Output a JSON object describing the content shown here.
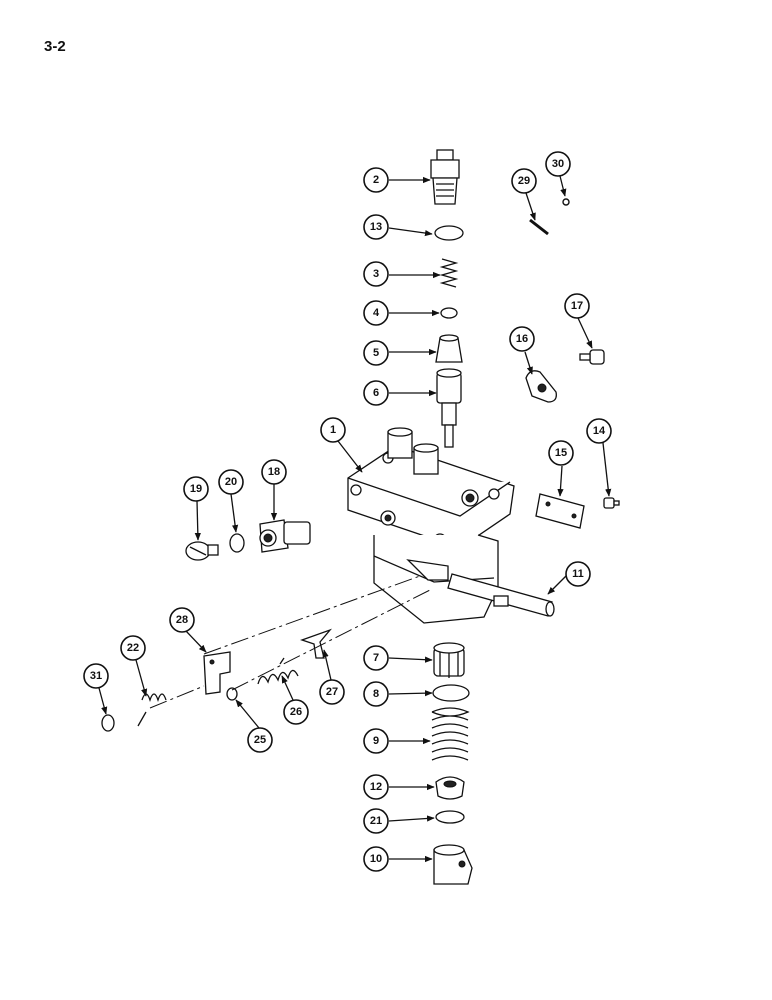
{
  "page": {
    "number": "3-2"
  },
  "callouts": [
    "1",
    "2",
    "3",
    "4",
    "5",
    "6",
    "7",
    "8",
    "9",
    "10",
    "11",
    "12",
    "13",
    "14",
    "15",
    "16",
    "17",
    "18",
    "19",
    "20",
    "21",
    "22",
    "25",
    "26",
    "27",
    "28",
    "29",
    "30",
    "31"
  ]
}
